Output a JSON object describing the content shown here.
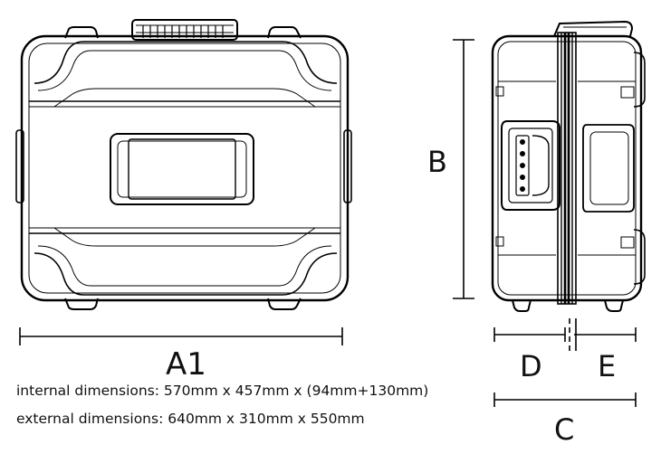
{
  "labels": {
    "a1": "A1",
    "b": "B",
    "c": "C",
    "d": "D",
    "e": "E"
  },
  "specs": {
    "internal": "internal dimensions: 570mm x 457mm x (94mm+130mm)",
    "external": "external dimensions: 640mm x 310mm x 550mm"
  }
}
